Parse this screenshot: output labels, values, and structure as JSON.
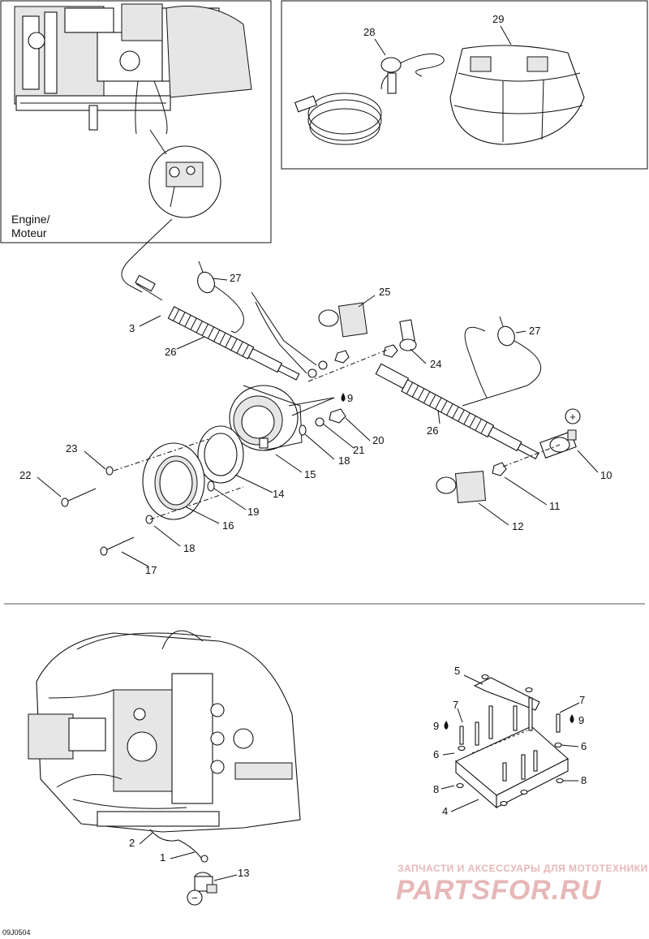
{
  "insets": {
    "engine_label_line1": "Engine/",
    "engine_label_line2": "Moteur"
  },
  "symbols": {
    "positive": "+",
    "negative": "−",
    "plus_icon": "plus-circle-icon",
    "minus_icon": "minus-circle-icon",
    "lubricant_icon": "oil-drop-icon"
  },
  "callouts": {
    "c1": "1",
    "c2": "2",
    "c3": "3",
    "c4": "4",
    "c5": "5",
    "c6a": "6",
    "c6b": "6",
    "c7a": "7",
    "c7b": "7",
    "c8a": "8",
    "c8b": "8",
    "c9a": "9",
    "c9b": "9",
    "c9c": "9",
    "c10": "10",
    "c11": "11",
    "c12": "12",
    "c13": "13",
    "c14": "14",
    "c15": "15",
    "c16": "16",
    "c17": "17",
    "c18a": "18",
    "c18b": "18",
    "c19": "19",
    "c20": "20",
    "c21": "21",
    "c22": "22",
    "c23": "23",
    "c24": "24",
    "c25": "25",
    "c26a": "26",
    "c26b": "26",
    "c27a": "27",
    "c27b": "27",
    "c28": "28",
    "c29": "29"
  },
  "reference_code": "09J0504",
  "watermark": {
    "line1": "ЗАПЧАСТИ И АКСЕССУАРЫ ДЛЯ МОТОТЕХНИКИ",
    "line2": "PARTSFOR.RU",
    "color_text": "#e0a0a0"
  }
}
